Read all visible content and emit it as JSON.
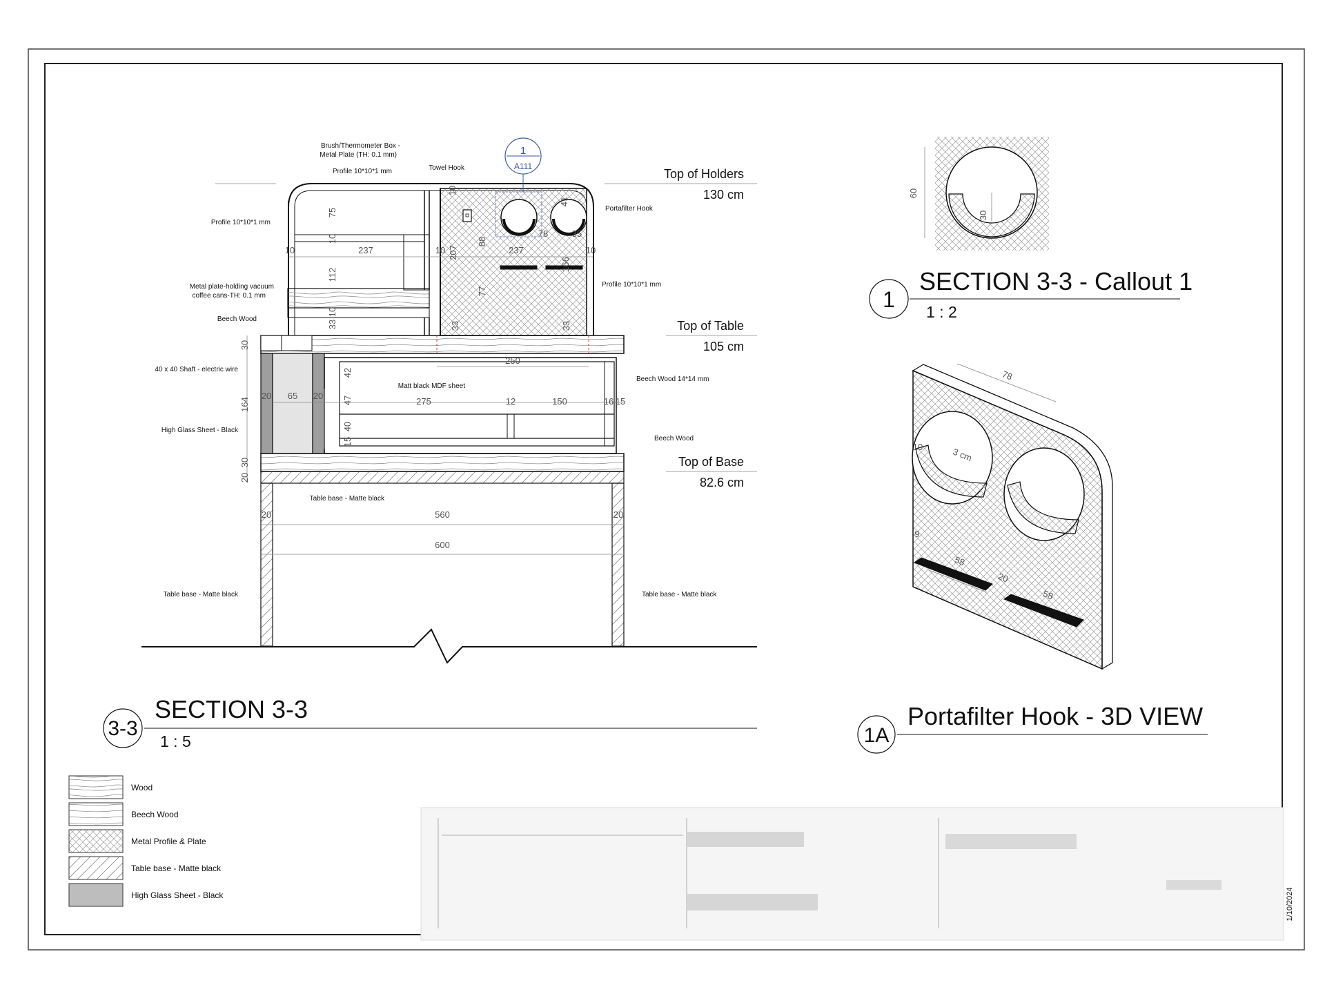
{
  "drawings": [
    {
      "tag": "3-3",
      "title": "SECTION 3-3",
      "scale": "1 : 5"
    },
    {
      "tag": "1",
      "title": "SECTION 3-3 - Callout 1",
      "scale": "1 : 2"
    },
    {
      "tag": "1A",
      "title": "Portafilter Hook - 3D VIEW"
    }
  ],
  "callout": {
    "number": "1",
    "sheet": "A111"
  },
  "levels": [
    {
      "name": "Top of Holders",
      "value": "130 cm"
    },
    {
      "name": "Top of Table",
      "value": "105 cm"
    },
    {
      "name": "Top of Base",
      "value": "82.6 cm"
    }
  ],
  "notes": {
    "brush_box_1": "Brush/Thermometer Box -",
    "brush_box_2": "Metal Plate (TH: 0.1 mm)",
    "profile": "Profile 10*10*1 mm",
    "towel_hook": "Towel Hook",
    "portafilter_hook": "Portafilter Hook",
    "metal_plate_1": "Metal plate-holding vacuum",
    "metal_plate_2": "coffee cans-TH: 0.1 mm",
    "beech_wood": "Beech Wood",
    "shaft": "40 x 40 Shaft - electric wire",
    "beech_wood_14": "Beech Wood 14*14 mm",
    "mdf": "Matt black MDF sheet",
    "high_glass": "High Glass Sheet - Black",
    "table_base": "Table base - Matte black"
  },
  "dims": {
    "d10": "10",
    "d75": "75",
    "d237": "237",
    "d207": "207",
    "d88": "88",
    "d41": "41",
    "d78": "78",
    "d35": "35",
    "d112": "112",
    "d77": "77",
    "d166": "166",
    "d33": "33",
    "d30": "30",
    "d250": "250",
    "d42": "42",
    "d164": "164",
    "d20": "20",
    "d65": "65",
    "d47": "47",
    "d275": "275",
    "d12": "12",
    "d150": "150",
    "d16": "16",
    "d15": "15",
    "d40": "40",
    "d560": "560",
    "d600": "600",
    "d60": "60",
    "d3cm": "3 cm",
    "d58": "58",
    "d9": "9"
  },
  "legend": [
    {
      "label": "Wood",
      "pattern": "wood"
    },
    {
      "label": "Beech Wood",
      "pattern": "beech"
    },
    {
      "label": "Metal Profile & Plate",
      "pattern": "metal"
    },
    {
      "label": "Table base - Matte black",
      "pattern": "base"
    },
    {
      "label": "High Glass Sheet - Black",
      "pattern": "glass"
    }
  ],
  "date": "1/10/2024",
  "colors": {
    "line": "#111111",
    "callout": "#3a5a9b",
    "glass": "#b5b5b5",
    "glass_light": "#e4e4e4",
    "red_mark": "#d33333"
  }
}
